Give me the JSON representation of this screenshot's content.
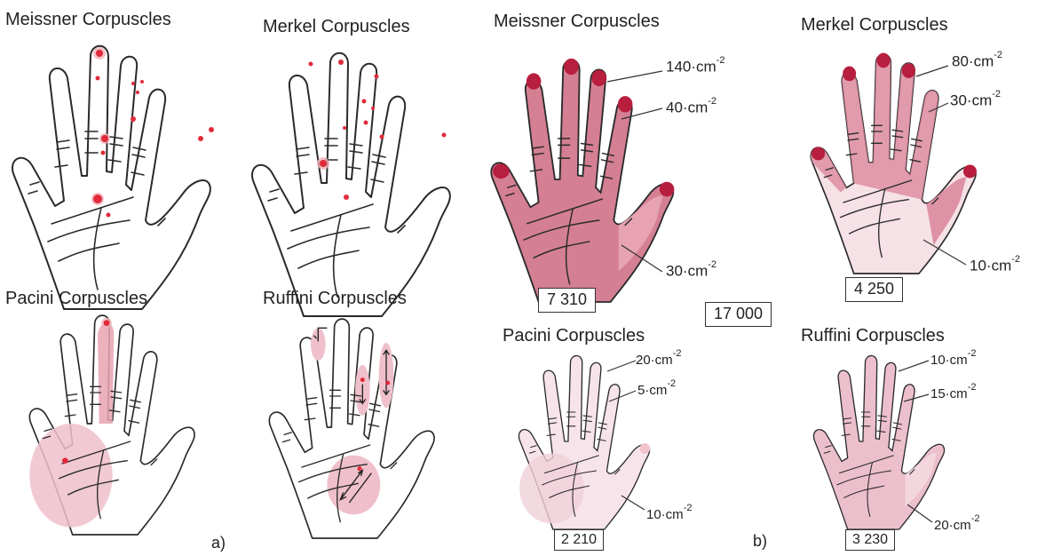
{
  "panel_a": {
    "titles": {
      "meissner": "Meissner Corpuscles",
      "merkel": "Merkel Corpuscles",
      "pacini": "Pacini Corpuscles",
      "ruffini": "Ruffini Corpuscles"
    },
    "label": "a)"
  },
  "panel_b": {
    "titles": {
      "meissner": "Meissner Corpuscles",
      "merkel": "Merkel Corpuscles",
      "pacini": "Pacini Corpuscles",
      "ruffini": "Ruffini Corpuscles"
    },
    "densities": {
      "meissner": {
        "fingertip": "140·cm",
        "finger": "40·cm",
        "palm": "30·cm",
        "exp": "-2"
      },
      "merkel": {
        "fingertip": "80·cm",
        "finger": "30·cm",
        "palm": "10·cm",
        "exp": "-2"
      },
      "pacini": {
        "fingertip": "20·cm",
        "finger": "5·cm",
        "palm": "10·cm",
        "exp": "-2"
      },
      "ruffini": {
        "fingertip": "10·cm",
        "finger": "15·cm",
        "palm": "20·cm",
        "exp": "-2"
      }
    },
    "totals": {
      "meissner": "7 310",
      "merkel": "4 250",
      "pacini": "2 210",
      "ruffini": "3 230",
      "all": "17 000"
    },
    "label": "b)"
  },
  "colors": {
    "dense": "#c84a66",
    "medium": "#dc8a9d",
    "light": "#efc3cf",
    "faint": "#f6e1e7",
    "receptor_dot": "#e22a3a"
  }
}
